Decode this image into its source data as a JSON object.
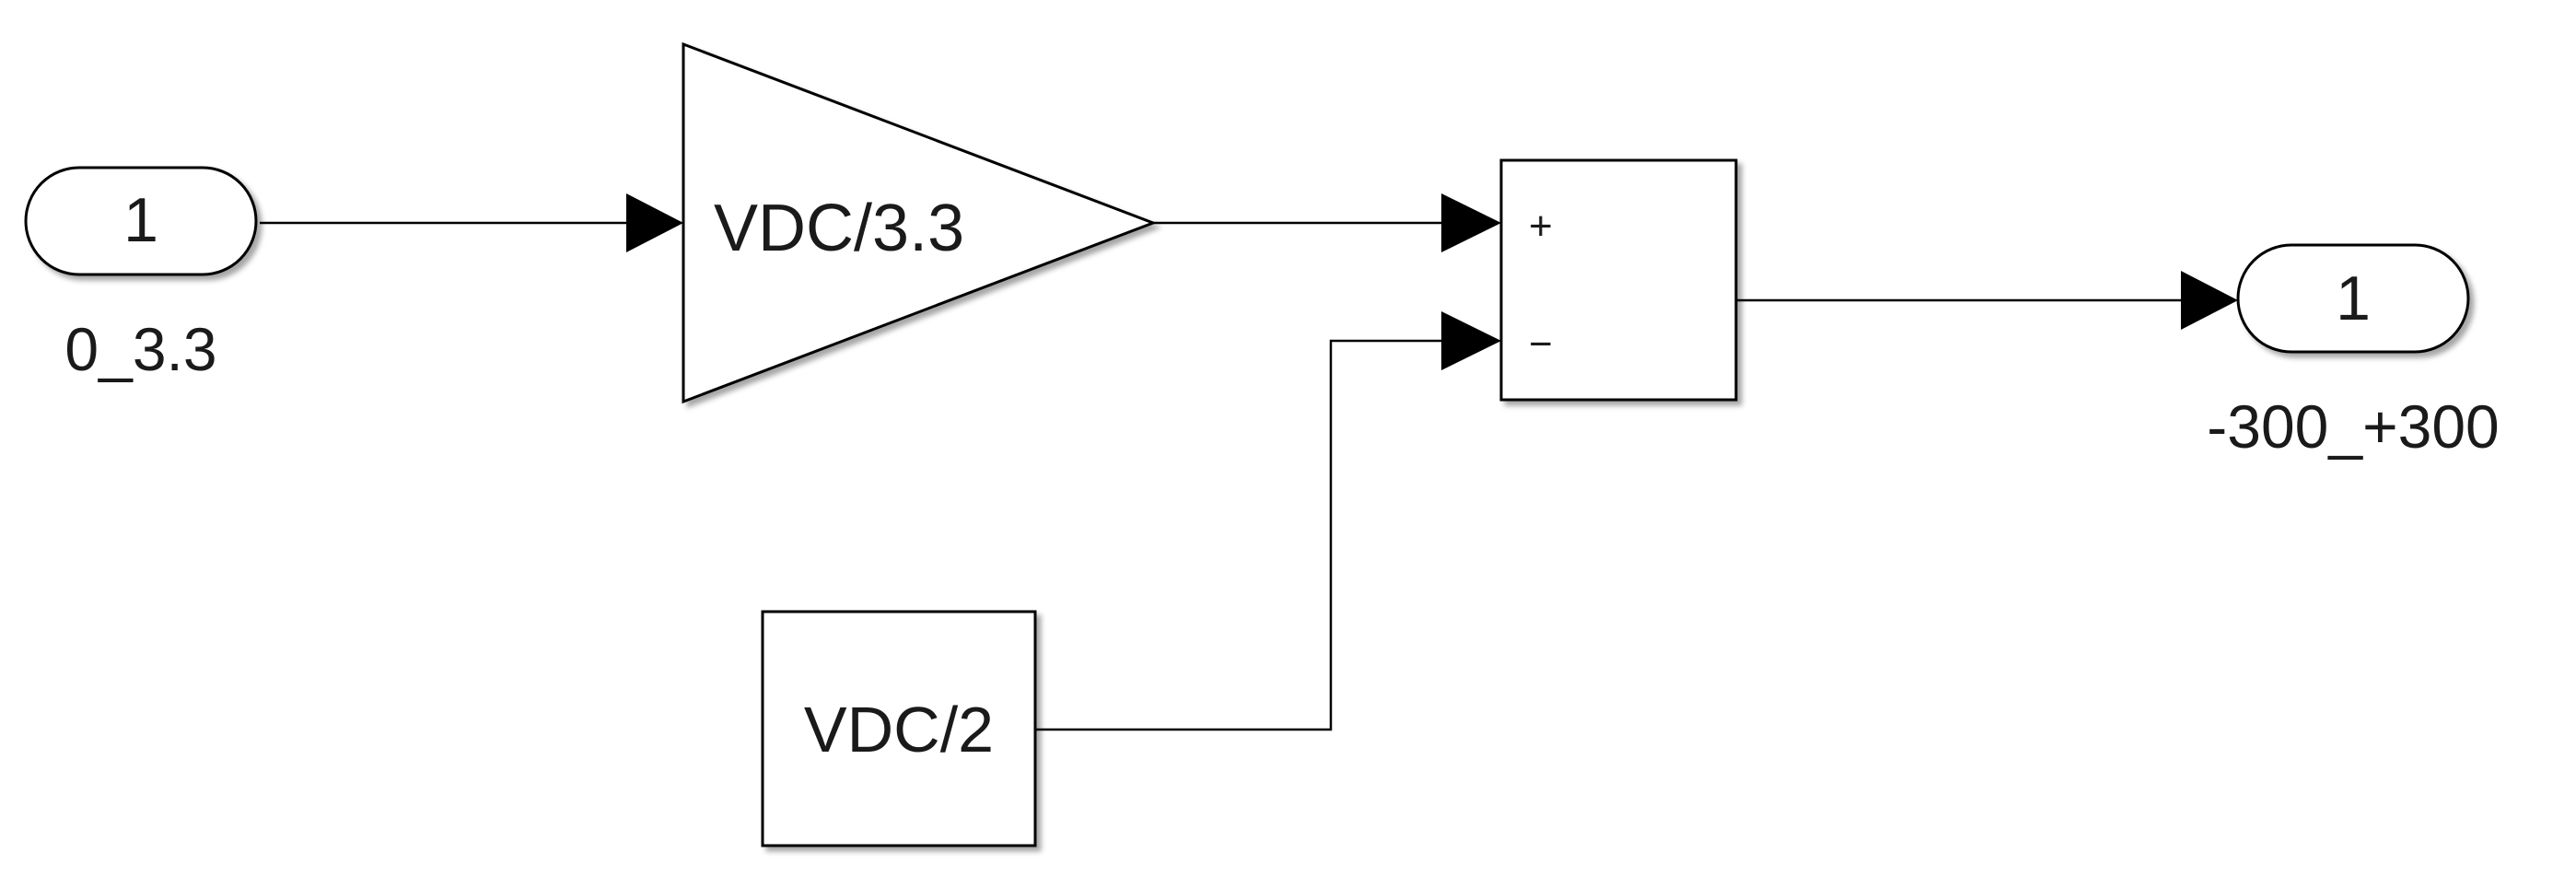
{
  "inport": {
    "number": "1",
    "name": "0_3.3"
  },
  "gain": {
    "label": "VDC/3.3"
  },
  "sum": {
    "plus_sign": "+",
    "minus_sign": "−"
  },
  "constant": {
    "label": "VDC/2"
  },
  "outport": {
    "number": "1",
    "name": "-300_+300"
  }
}
